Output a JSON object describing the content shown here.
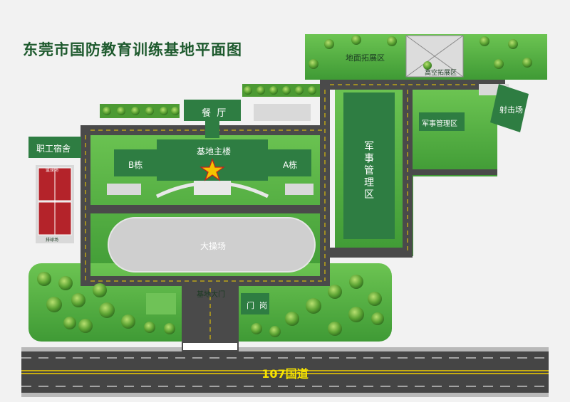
{
  "map": {
    "title": "东莞市国防教育训练基地平面图",
    "areas": {
      "ground_expansion": "地面拓展区",
      "high_altitude_expansion": "高空拓展区",
      "shooting_range": "射击场",
      "military_mgmt_area": "军事管理区",
      "military_mgmt_vertical": "军事管理区",
      "canteen": "餐  厅",
      "staff_dormitory": "职工宿舍",
      "building_b": "B栋",
      "main_building": "基地主楼",
      "building_a": "A栋",
      "playground": "大操场",
      "main_gate": "基地大门",
      "guard_post": "门  岗",
      "basketball_court": "篮球场",
      "volleyball_court": "排球场"
    },
    "highway_label": "107国道"
  },
  "colors": {
    "title": "#1e5a2e",
    "building": "#2e7d42",
    "road": "#4a4a4a",
    "road_marking": "#f4d000",
    "grass": "#5cb547",
    "playground": "#cfcfcf",
    "court": "#b4232a"
  }
}
